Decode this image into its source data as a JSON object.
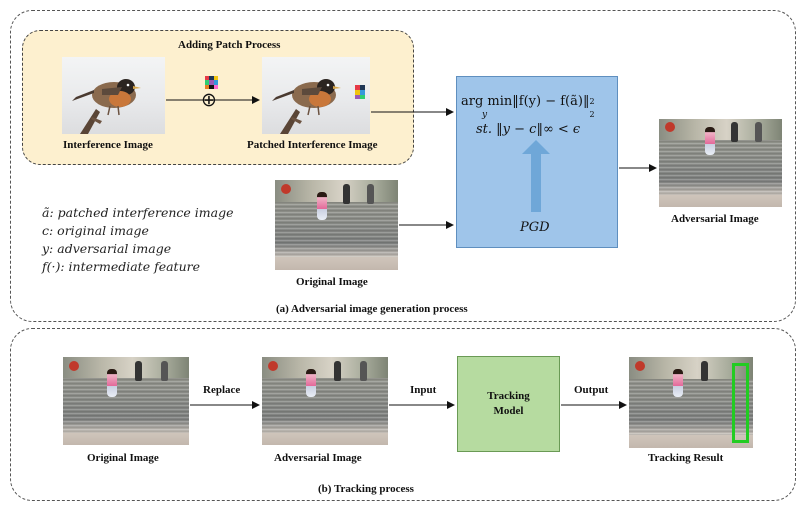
{
  "panel_a": {
    "caption": "(a) Adversarial image generation process",
    "patch_panel_title": "Adding Patch Process",
    "interference_caption": "Interference Image",
    "patched_caption": "Patched Interference Image",
    "original_caption": "Original Image",
    "adversarial_caption": "Adversarial Image",
    "plus_symbol": "⊕",
    "legend": [
      "ã: patched interference image",
      "c: original image",
      "y: adversarial image",
      "f(·): intermediate feature"
    ],
    "optimization": {
      "objective": "arg min‖f(y) − f(ã)‖",
      "objective_sup": "2",
      "objective_sub": "2",
      "argmin_var": "y",
      "constraint": "st. ‖y − c‖∞ < ϵ",
      "method": "PGD"
    }
  },
  "panel_b": {
    "caption": "(b) Tracking process",
    "original_caption": "Original Image",
    "adversarial_caption": "Adversarial Image",
    "result_caption": "Tracking Result",
    "replace_label": "Replace",
    "input_label": "Input",
    "output_label": "Output",
    "model_label_line1": "Tracking",
    "model_label_line2": "Model"
  },
  "colors": {
    "patch_panel_bg": "#fdf0cf",
    "pgd_box": "#9fc5ea",
    "pgd_arrow": "#6fa7d8",
    "model_box": "#b6dba0",
    "tracking_box": "#22cc22"
  }
}
